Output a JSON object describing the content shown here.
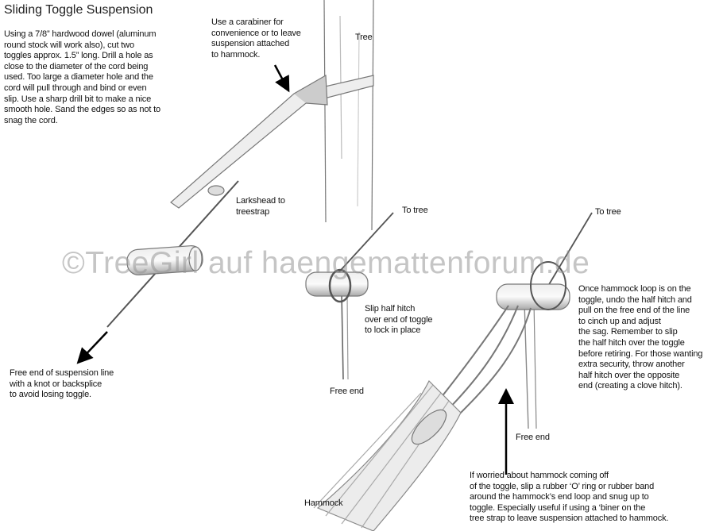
{
  "title": "Sliding Toggle Suspension",
  "intro": "Using a 7/8” hardwood dowel (aluminum\nround stock will work also), cut two\ntoggles approx. 1.5” long.  Drill a hole as\nclose to the diameter of the cord being\nused. Too large a diameter hole and the\ncord will pull through and bind or even\nslip.  Use a sharp drill bit to make a nice\nsmooth hole.  Sand the edges so as not to\nsnag the cord.",
  "labels": {
    "carabiner": "Use a carabiner for\nconvenience or to leave\nsuspension attached\nto hammock.",
    "tree": "Tree",
    "larkshead": "Larkshead to\ntreestrap",
    "to_tree_1": "To tree",
    "to_tree_2": "To tree",
    "free_end_suspension": "Free end of suspension line\nwith a knot or backsplice\nto avoid losing toggle.",
    "slip_half_hitch": "Slip half hitch\nover end of toggle\nto lock in place",
    "free_end_1": "Free end",
    "free_end_2": "Free end",
    "once_loop": "Once hammock loop is on the\ntoggle, undo the half hitch and\npull on the free end of the line\nto cinch up and adjust\nthe sag. Remember to slip\nthe half hitch over the toggle\nbefore retiring. For those wanting\nextra security, throw another\nhalf hitch over the opposite\nend (creating a clove hitch).",
    "worried": "If worried about hammock coming off\nof the toggle, slip a rubber ‘O’ ring  or rubber band\naround the hammock’s end loop and snug up to\ntoggle. Especially useful if  using a ‘biner on the\ntree strap to leave suspension attached to hammock.",
    "hammock": "Hammock"
  },
  "watermark": "©TreeGirl auf haengemattenforum.de"
}
